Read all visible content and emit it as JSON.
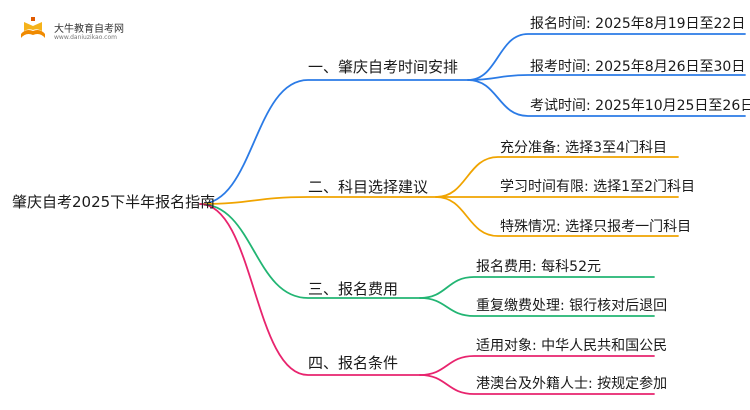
{
  "logo": {
    "title": "大牛教育自考网",
    "url": "www.daniuzikao.com"
  },
  "root": {
    "label": "肇庆自考2025下半年报名指南"
  },
  "branches": [
    {
      "label": "一、肇庆自考时间安排",
      "color": "#2b7be6",
      "leaves": [
        "报名时间: 2025年8月19日至22日",
        "报考时间: 2025年8月26日至30日",
        "考试时间: 2025年10月25日至26日"
      ]
    },
    {
      "label": "二、科目选择建议",
      "color": "#f0a400",
      "leaves": [
        "充分准备: 选择3至4门科目",
        "学习时间有限: 选择1至2门科目",
        "特殊情况: 选择只报考一门科目"
      ]
    },
    {
      "label": "三、报名费用",
      "color": "#22b573",
      "leaves": [
        "报名费用: 每科52元",
        "重复缴费处理: 银行核对后退回"
      ]
    },
    {
      "label": "四、报名条件",
      "color": "#e8246e",
      "leaves": [
        "适用对象: 中华人民共和国公民",
        "港澳台及外籍人士: 按规定参加"
      ]
    }
  ]
}
